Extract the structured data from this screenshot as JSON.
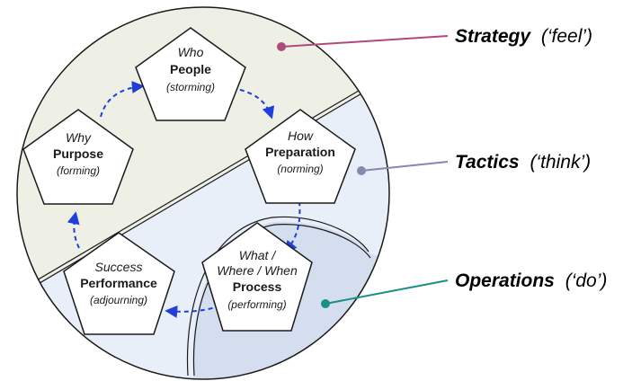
{
  "colors": {
    "strategy_fill": "#eef0e6",
    "tactics_fill": "#e9eff8",
    "operations_fill": "#d5deef",
    "outline": "#1a1a1a",
    "arrow": "#1f3fd8",
    "strategy_leader": "#b04a7c",
    "tactics_leader": "#8888b0",
    "operations_leader": "#1a8f88"
  },
  "stages": [
    {
      "question": "Who",
      "name": "People",
      "phase": "(storming)"
    },
    {
      "question": "How",
      "name": "Preparation",
      "phase": "(norming)"
    },
    {
      "question": "What /",
      "question2": "Where / When",
      "name": "Process",
      "phase": "(performing)"
    },
    {
      "question": "Success",
      "name": "Performance",
      "phase": "(adjourning)"
    },
    {
      "question": "Why",
      "name": "Purpose",
      "phase": "(forming)"
    }
  ],
  "levels": [
    {
      "name": "Strategy",
      "qualifier": "(‘feel’)"
    },
    {
      "name": "Tactics",
      "qualifier": "(‘think’)"
    },
    {
      "name": "Operations",
      "qualifier": "(‘do’)"
    }
  ]
}
